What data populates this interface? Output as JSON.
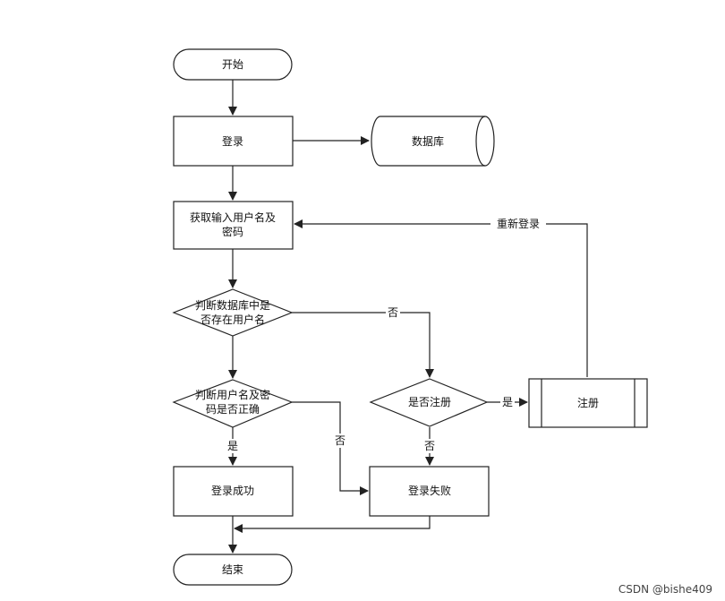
{
  "nodes": {
    "start": "开始",
    "login": "登录",
    "database": "数据库",
    "get_input": [
      "获取输入用户名及",
      "密码"
    ],
    "check_user": [
      "判断数据库中是",
      "否存在用户名"
    ],
    "check_pwd": [
      "判断用户名及密",
      "码是否正确"
    ],
    "is_register": "是否注册",
    "register": "注册",
    "success": "登录成功",
    "fail": "登录失败",
    "end": "结束"
  },
  "edges": {
    "relogin": "重新登录",
    "user_no": "否",
    "pwd_yes": "是",
    "pwd_no": "否",
    "reg_yes": "是",
    "reg_no": "否"
  },
  "watermark": "CSDN @bishe409"
}
